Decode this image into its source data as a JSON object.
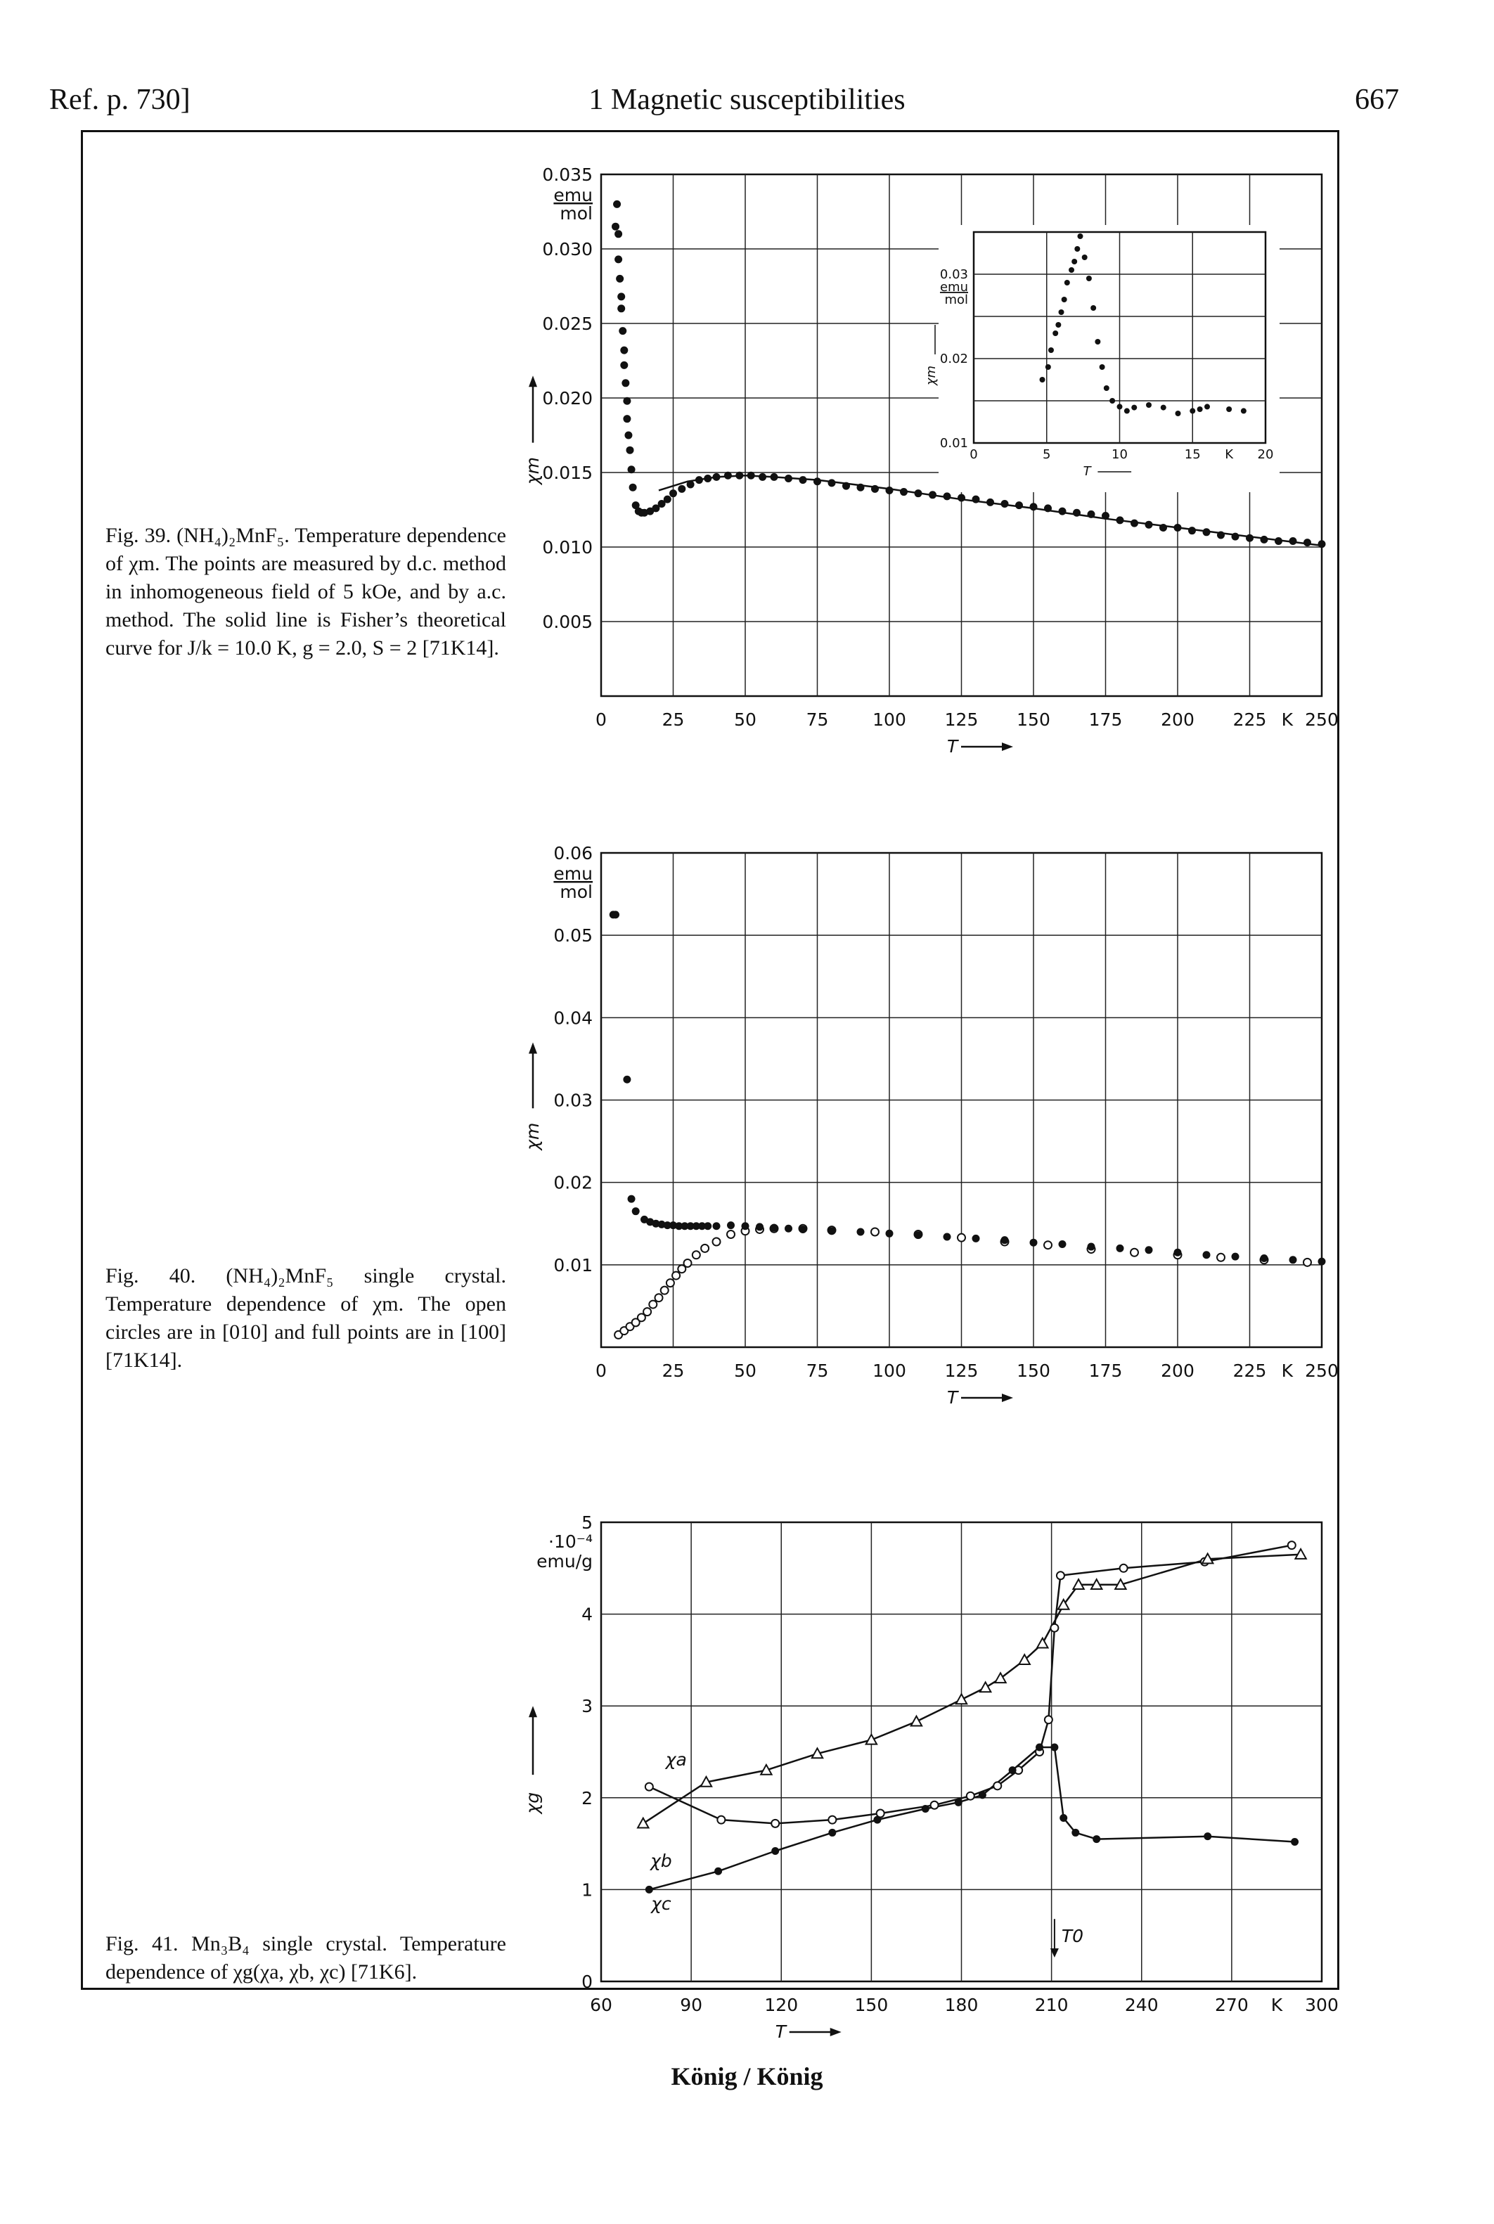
{
  "header": {
    "left": "Ref. p. 730]",
    "center": "1 Magnetic susceptibilities",
    "right": "667"
  },
  "captions": {
    "fig39": "Fig. 39. (NH₄)₂MnF₅. Temperature dependence of χm. The points are measured by d.c. method in inhomogeneous field of 5 kOe, and by a.c. method. The solid line is Fisher’s theoretical curve for J/k = 10.0 K, g = 2.0, S = 2 [71K14].",
    "fig40": "Fig. 40. (NH₄)₂MnF₅ single crystal. Temperature dependence of χm. The open circles are in [010] and full points are in [100] [71K14].",
    "fig41": "Fig. 41. Mn₃B₄ single crystal. Temperature dependence of χg(χa, χb, χc) [71K6]."
  },
  "footer": "König / König",
  "chart_data": [
    {
      "id": "fig39",
      "type": "scatter",
      "xlabel": "T",
      "ylabel": "χm",
      "yunit": "emu/mol",
      "xunit": "K",
      "xlim": [
        0,
        250
      ],
      "ylim": [
        0,
        0.035
      ],
      "xticks": [
        "0",
        "25",
        "50",
        "75",
        "100",
        "125",
        "150",
        "175",
        "200",
        "225",
        "K",
        "250"
      ],
      "yticks": [
        "0.005",
        "0.010",
        "0.015",
        "0.020",
        "0.025",
        "0.030",
        "0.035"
      ],
      "grid": true,
      "series": [
        {
          "marker": "filled",
          "x": [
            5,
            5.5,
            6,
            6,
            6.5,
            7,
            7,
            7.5,
            8,
            8,
            8.5,
            9,
            9,
            9.5,
            10,
            10.5,
            11,
            12,
            13,
            14,
            15,
            17,
            19,
            21,
            23,
            25,
            28,
            31,
            34,
            37,
            40,
            44,
            48,
            52,
            56,
            60,
            65,
            70,
            75,
            80,
            85,
            90,
            95,
            100,
            105,
            110,
            115,
            120,
            125,
            130,
            135,
            140,
            145,
            150,
            155,
            160,
            165,
            170,
            175,
            180,
            185,
            190,
            195,
            200,
            205,
            210,
            215,
            220,
            225,
            230,
            235,
            240,
            245,
            250
          ],
          "y": [
            0.0315,
            0.033,
            0.031,
            0.0293,
            0.028,
            0.0268,
            0.026,
            0.0245,
            0.0232,
            0.0222,
            0.021,
            0.0198,
            0.0186,
            0.0175,
            0.0165,
            0.0152,
            0.014,
            0.0128,
            0.0124,
            0.0123,
            0.0123,
            0.0124,
            0.0126,
            0.0129,
            0.0132,
            0.0136,
            0.0139,
            0.0142,
            0.0145,
            0.0146,
            0.0147,
            0.0148,
            0.0148,
            0.0148,
            0.0147,
            0.0147,
            0.0146,
            0.0145,
            0.0144,
            0.0143,
            0.0141,
            0.014,
            0.0139,
            0.0138,
            0.0137,
            0.0136,
            0.0135,
            0.0134,
            0.0133,
            0.0132,
            0.013,
            0.0129,
            0.0128,
            0.0127,
            0.0126,
            0.0124,
            0.0123,
            0.0122,
            0.0121,
            0.0118,
            0.0116,
            0.0115,
            0.0113,
            0.0113,
            0.0111,
            0.011,
            0.0108,
            0.0107,
            0.0106,
            0.0105,
            0.0104,
            0.0104,
            0.0103,
            0.0102
          ]
        },
        {
          "marker": "line",
          "x": [
            20,
            30,
            40,
            50,
            60,
            75,
            100,
            125,
            150,
            175,
            200,
            225,
            250
          ],
          "y": [
            0.0138,
            0.0144,
            0.0147,
            0.0148,
            0.0147,
            0.0145,
            0.0139,
            0.0132,
            0.0126,
            0.0119,
            0.0113,
            0.0107,
            0.0101
          ]
        }
      ],
      "inset": {
        "xlabel": "T",
        "ylabel": "χm",
        "yunit": "emu/mol",
        "xlim": [
          0,
          20
        ],
        "ylim": [
          0.01,
          0.035
        ],
        "xticks": [
          "0",
          "5",
          "10",
          "15",
          "K",
          "20"
        ],
        "yticks": [
          "0.01",
          "0.02",
          "0.03"
        ],
        "x": [
          4.7,
          5.1,
          5.3,
          5.6,
          5.8,
          6.0,
          6.2,
          6.4,
          6.7,
          6.9,
          7.1,
          7.3,
          7.6,
          7.9,
          8.2,
          8.5,
          8.8,
          9.1,
          9.5,
          10.0,
          10.5,
          11.0,
          12.0,
          13.0,
          14.0,
          15.0,
          15.5,
          16.0,
          17.5,
          18.5
        ],
        "y": [
          0.0175,
          0.019,
          0.021,
          0.023,
          0.024,
          0.0255,
          0.027,
          0.029,
          0.0305,
          0.0315,
          0.033,
          0.0345,
          0.032,
          0.0295,
          0.026,
          0.022,
          0.019,
          0.0165,
          0.015,
          0.0143,
          0.0138,
          0.0142,
          0.0145,
          0.0142,
          0.0135,
          0.0138,
          0.014,
          0.0143,
          0.014,
          0.0138
        ]
      }
    },
    {
      "id": "fig40",
      "type": "scatter",
      "xlabel": "T",
      "ylabel": "χm",
      "yunit": "emu/mol",
      "xunit": "K",
      "xlim": [
        0,
        250
      ],
      "ylim": [
        0,
        0.06
      ],
      "xticks": [
        "0",
        "25",
        "50",
        "75",
        "100",
        "125",
        "150",
        "175",
        "200",
        "225",
        "K",
        "250"
      ],
      "yticks": [
        "0.01",
        "0.02",
        "0.03",
        "0.04",
        "0.05",
        "0.06"
      ],
      "grid": true,
      "series": [
        {
          "name": "[100]",
          "marker": "filled",
          "x": [
            4.2,
            5,
            9,
            10.5,
            12,
            15,
            17,
            19,
            21,
            23,
            25,
            27,
            29,
            31,
            33,
            35,
            37,
            40,
            45,
            50,
            55,
            60,
            65,
            70,
            80,
            90,
            100,
            110,
            120,
            130,
            140,
            150,
            160,
            170,
            180,
            190,
            200,
            210,
            220,
            230,
            240,
            250
          ],
          "y": [
            0.0525,
            0.0525,
            0.0325,
            0.018,
            0.0165,
            0.0155,
            0.0152,
            0.015,
            0.0149,
            0.0148,
            0.0148,
            0.0147,
            0.0147,
            0.0147,
            0.0147,
            0.0147,
            0.0147,
            0.0147,
            0.0148,
            0.0147,
            0.0146,
            0.0145,
            0.0144,
            0.0143,
            0.0141,
            0.014,
            0.0138,
            0.0136,
            0.0134,
            0.0132,
            0.013,
            0.0127,
            0.0125,
            0.0122,
            0.012,
            0.0118,
            0.0115,
            0.0112,
            0.011,
            0.0108,
            0.0106,
            0.0104
          ]
        },
        {
          "name": "[010]",
          "marker": "open",
          "x": [
            6,
            8,
            10,
            12,
            14,
            16,
            18,
            20,
            22,
            24,
            26,
            28,
            30,
            33,
            36,
            40,
            45,
            50,
            55,
            60,
            70,
            80,
            95,
            110,
            125,
            140,
            155,
            170,
            185,
            200,
            215,
            230,
            245
          ],
          "y": [
            0.0015,
            0.002,
            0.0025,
            0.003,
            0.0036,
            0.0043,
            0.0052,
            0.006,
            0.0069,
            0.0078,
            0.0087,
            0.0095,
            0.0102,
            0.0112,
            0.012,
            0.0128,
            0.0137,
            0.0141,
            0.0143,
            0.0144,
            0.0144,
            0.0142,
            0.014,
            0.0137,
            0.0133,
            0.0128,
            0.0124,
            0.0119,
            0.0115,
            0.0112,
            0.0109,
            0.0106,
            0.0103
          ]
        }
      ]
    },
    {
      "id": "fig41",
      "type": "line",
      "xlabel": "T",
      "ylabel": "χg",
      "yunit": "10⁻⁴ emu/g",
      "xunit": "K",
      "xlim": [
        60,
        300
      ],
      "ylim": [
        0,
        5
      ],
      "xticks": [
        "60",
        "90",
        "120",
        "150",
        "180",
        "210",
        "240",
        "270",
        "K",
        "300"
      ],
      "yticks": [
        "0",
        "1",
        "2",
        "3",
        "4",
        "5"
      ],
      "ytick_extra": [
        "·10⁻⁴",
        "emu/g"
      ],
      "grid": true,
      "annotation": "T0",
      "annotation_x": 211,
      "series": [
        {
          "name": "χa",
          "marker": "open",
          "x": [
            76,
            100,
            118,
            137,
            153,
            171,
            183,
            192,
            199,
            206,
            209,
            211,
            213,
            234,
            261,
            290
          ],
          "y": [
            2.12,
            1.76,
            1.72,
            1.76,
            1.83,
            1.92,
            2.02,
            2.13,
            2.3,
            2.5,
            2.85,
            3.85,
            4.42,
            4.5,
            4.57,
            4.75
          ]
        },
        {
          "name": "χb",
          "marker": "triangle",
          "x": [
            74,
            95,
            115,
            132,
            150,
            165,
            180,
            188,
            193,
            201,
            207,
            214,
            219,
            225,
            233,
            262,
            293
          ],
          "y": [
            1.72,
            2.17,
            2.3,
            2.48,
            2.63,
            2.83,
            3.07,
            3.2,
            3.3,
            3.5,
            3.68,
            4.1,
            4.32,
            4.32,
            4.32,
            4.6,
            4.65
          ]
        },
        {
          "name": "χc",
          "marker": "filled",
          "x": [
            76,
            99,
            118,
            137,
            152,
            168,
            179,
            187,
            197,
            206,
            211,
            214,
            218,
            225,
            262,
            291
          ],
          "y": [
            1.0,
            1.2,
            1.42,
            1.62,
            1.76,
            1.88,
            1.95,
            2.03,
            2.3,
            2.55,
            2.55,
            1.78,
            1.62,
            1.55,
            1.58,
            1.52
          ]
        }
      ],
      "series_labels": [
        "χa",
        "χb",
        "χc"
      ]
    }
  ]
}
